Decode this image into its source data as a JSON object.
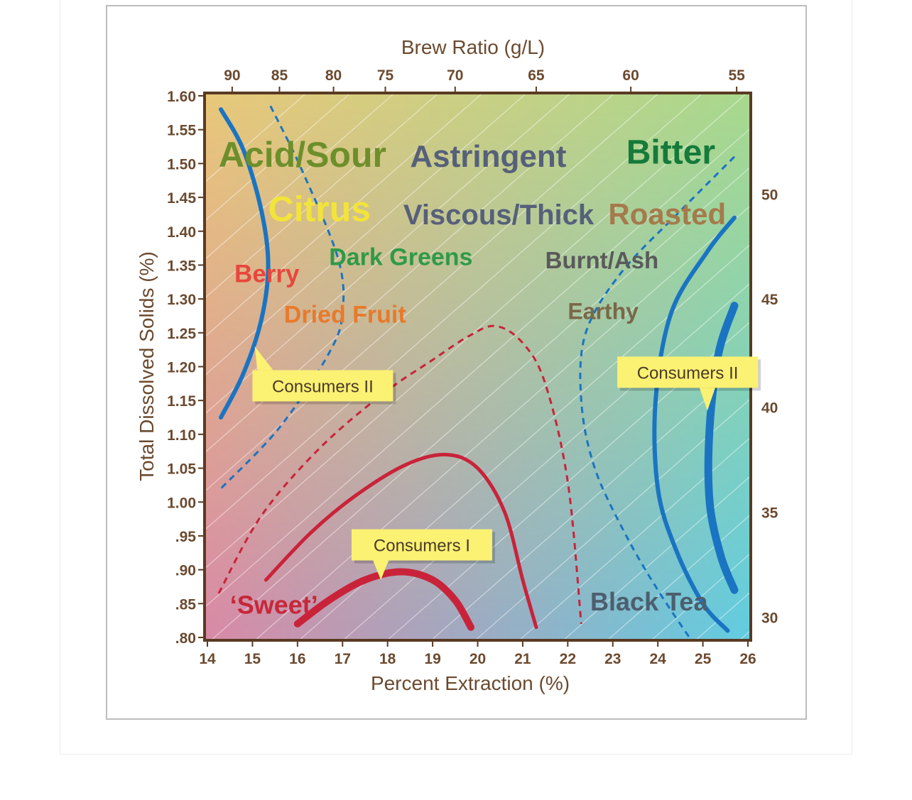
{
  "chart_data": {
    "type": "line",
    "title": "",
    "xlabel": "Percent Extraction (%)",
    "ylabel": "Total Dissolved Solids (%)",
    "top_axis_label": "Brew Ratio (g/L)",
    "xlim": [
      14,
      26
    ],
    "ylim": [
      0.8,
      1.6
    ],
    "x_ticks": [
      "14",
      "15",
      "16",
      "17",
      "18",
      "19",
      "20",
      "21",
      "22",
      "23",
      "24",
      "25",
      "26"
    ],
    "y_ticks": [
      ".80",
      ".85",
      ".90",
      ".95",
      "1.00",
      "1.05",
      "1.10",
      "1.15",
      "1.20",
      "1.25",
      "1.30",
      "1.35",
      "1.40",
      "1.45",
      "1.50",
      "1.55",
      "1.60"
    ],
    "top_ticks": [
      {
        "label": "90",
        "x": 14.55
      },
      {
        "label": "85",
        "x": 15.6
      },
      {
        "label": "80",
        "x": 16.8
      },
      {
        "label": "75",
        "x": 17.95
      },
      {
        "label": "70",
        "x": 19.5
      },
      {
        "label": "65",
        "x": 21.3
      },
      {
        "label": "60",
        "x": 23.4
      },
      {
        "label": "55",
        "x": 25.75
      }
    ],
    "right_ticks": [
      {
        "label": "50",
        "y": 1.455
      },
      {
        "label": "45",
        "y": 1.3
      },
      {
        "label": "40",
        "y": 1.14
      },
      {
        "label": "35",
        "y": 0.985
      },
      {
        "label": "30",
        "y": 0.83
      }
    ],
    "gradient_colors": {
      "top_left": "#e8c77a",
      "top_right": "#a8d88e",
      "bottom_left": "#d98aa6",
      "bottom_right": "#62cde0"
    },
    "flavor_labels": [
      {
        "text": "Acid/Sour",
        "x": 14.25,
        "y": 1.495,
        "color": "#6d8f2b",
        "size": 50
      },
      {
        "text": "Astringent",
        "x": 18.5,
        "y": 1.495,
        "color": "#56607a",
        "size": 44
      },
      {
        "text": "Bitter",
        "x": 23.3,
        "y": 1.5,
        "color": "#157a3a",
        "size": 48
      },
      {
        "text": "Citrus",
        "x": 15.35,
        "y": 1.415,
        "color": "#f2e43a",
        "size": 50
      },
      {
        "text": "Viscous/Thick",
        "x": 18.35,
        "y": 1.41,
        "color": "#56607a",
        "size": 40
      },
      {
        "text": "Roasted",
        "x": 22.9,
        "y": 1.41,
        "color": "#a57a4c",
        "size": 42
      },
      {
        "text": "Dark Greens",
        "x": 16.7,
        "y": 1.35,
        "color": "#2f9a48",
        "size": 34
      },
      {
        "text": "Burnt/Ash",
        "x": 21.5,
        "y": 1.345,
        "color": "#5a5a5a",
        "size": 33
      },
      {
        "text": "Berry",
        "x": 14.6,
        "y": 1.325,
        "color": "#e8463d",
        "size": 35
      },
      {
        "text": "Dried Fruit",
        "x": 15.7,
        "y": 1.265,
        "color": "#e87a2c",
        "size": 34
      },
      {
        "text": "Earthy",
        "x": 22.0,
        "y": 1.27,
        "color": "#7a6848",
        "size": 32
      },
      {
        "text": "‘Sweet’",
        "x": 14.5,
        "y": 0.835,
        "color": "#c7273a",
        "size": 36
      },
      {
        "text": "Black Tea",
        "x": 22.5,
        "y": 0.84,
        "color": "#4d5e6e",
        "size": 36
      }
    ],
    "callouts": [
      {
        "text": "Consumers II",
        "x": 15.0,
        "y": 1.155,
        "pointer": [
          15.05,
          1.23
        ]
      },
      {
        "text": "Consumers I",
        "x": 17.2,
        "y": 0.92,
        "pointer": [
          17.85,
          0.885
        ]
      },
      {
        "text": "Consumers II",
        "x": 23.1,
        "y": 1.175,
        "pointer": [
          25.1,
          1.135
        ]
      }
    ],
    "series": [
      {
        "style": "solid",
        "color": "#c9233a",
        "width": 10,
        "points": [
          [
            16.0,
            0.82
          ],
          [
            16.7,
            0.855
          ],
          [
            17.5,
            0.885
          ],
          [
            18.3,
            0.897
          ],
          [
            19.0,
            0.885
          ],
          [
            19.5,
            0.855
          ],
          [
            19.85,
            0.815
          ]
        ]
      },
      {
        "style": "solid",
        "color": "#c9233a",
        "width": 5,
        "points": [
          [
            15.3,
            0.885
          ],
          [
            16.3,
            0.955
          ],
          [
            17.3,
            1.01
          ],
          [
            18.4,
            1.055
          ],
          [
            19.3,
            1.07
          ],
          [
            20.0,
            1.05
          ],
          [
            20.6,
            0.985
          ],
          [
            21.0,
            0.885
          ],
          [
            21.3,
            0.815
          ]
        ]
      },
      {
        "style": "dashed",
        "color": "#c9233a",
        "width": 3,
        "points": [
          [
            14.25,
            0.865
          ],
          [
            15.2,
            0.98
          ],
          [
            16.5,
            1.08
          ],
          [
            17.9,
            1.16
          ],
          [
            19.0,
            1.21
          ],
          [
            19.8,
            1.245
          ],
          [
            20.4,
            1.26
          ],
          [
            21.0,
            1.235
          ],
          [
            21.5,
            1.175
          ],
          [
            22.0,
            1.03
          ],
          [
            22.3,
            0.82
          ]
        ]
      },
      {
        "style": "solid",
        "color": "#1a74c2",
        "width": 6,
        "points": [
          [
            14.3,
            1.58
          ],
          [
            14.8,
            1.52
          ],
          [
            15.2,
            1.43
          ],
          [
            15.35,
            1.35
          ],
          [
            15.2,
            1.27
          ],
          [
            14.8,
            1.19
          ],
          [
            14.3,
            1.125
          ]
        ]
      },
      {
        "style": "dashed",
        "color": "#1a74c2",
        "width": 3,
        "points": [
          [
            15.4,
            1.585
          ],
          [
            16.1,
            1.49
          ],
          [
            16.9,
            1.36
          ],
          [
            17.0,
            1.28
          ],
          [
            16.7,
            1.22
          ],
          [
            15.6,
            1.11
          ],
          [
            14.3,
            1.02
          ]
        ]
      },
      {
        "style": "dashed",
        "color": "#1a74c2",
        "width": 3,
        "points": [
          [
            25.7,
            1.51
          ],
          [
            24.5,
            1.43
          ],
          [
            23.2,
            1.34
          ],
          [
            22.4,
            1.25
          ],
          [
            22.3,
            1.15
          ],
          [
            22.6,
            1.05
          ],
          [
            23.3,
            0.95
          ],
          [
            24.0,
            0.87
          ],
          [
            24.7,
            0.8
          ]
        ]
      },
      {
        "style": "solid",
        "color": "#1a74c2",
        "width": 6,
        "points": [
          [
            25.7,
            1.42
          ],
          [
            25.1,
            1.37
          ],
          [
            24.3,
            1.28
          ],
          [
            23.95,
            1.15
          ],
          [
            24.0,
            1.02
          ],
          [
            24.4,
            0.93
          ],
          [
            25.0,
            0.85
          ],
          [
            25.55,
            0.81
          ]
        ]
      },
      {
        "style": "solid",
        "color": "#1a74c2",
        "width": 11,
        "points": [
          [
            25.7,
            1.29
          ],
          [
            25.35,
            1.22
          ],
          [
            25.15,
            1.11
          ],
          [
            25.15,
            1.0
          ],
          [
            25.4,
            0.92
          ],
          [
            25.7,
            0.87
          ]
        ]
      }
    ]
  }
}
